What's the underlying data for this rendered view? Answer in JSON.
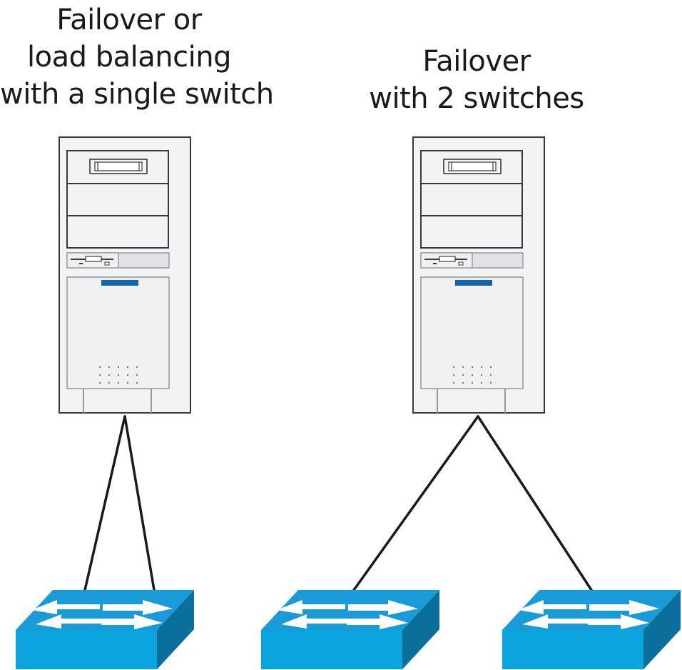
{
  "diagram": {
    "left_title": {
      "line1": "Failover or",
      "line2": "load balancing",
      "line3": "with a single switch"
    },
    "right_title": {
      "line1": "Failover",
      "line2": "with 2 switches"
    },
    "nodes": [
      {
        "id": "server-left",
        "type": "server"
      },
      {
        "id": "server-right",
        "type": "server"
      },
      {
        "id": "switch-left",
        "type": "switch"
      },
      {
        "id": "switch-middle",
        "type": "switch"
      },
      {
        "id": "switch-right",
        "type": "switch"
      }
    ],
    "edges": [
      {
        "from": "server-left",
        "to": "switch-left"
      },
      {
        "from": "server-left",
        "to": "switch-left"
      },
      {
        "from": "server-right",
        "to": "switch-middle"
      },
      {
        "from": "server-right",
        "to": "switch-right"
      }
    ],
    "colors": {
      "switch_top": "#1a9ad6",
      "switch_front": "#0ba4df",
      "switch_side": "#0b6f9c",
      "server_body": "#f1f3f5",
      "server_outline": "#3a3a3a",
      "server_accent": "#1565a8",
      "cable": "#1a1a1a"
    }
  }
}
